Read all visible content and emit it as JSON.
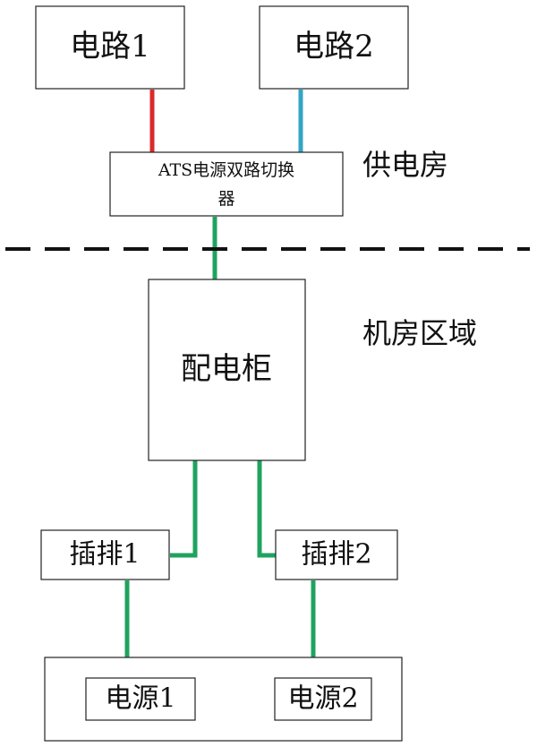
{
  "zones": {
    "supply_room": "供电房",
    "machine_room": "机房区域"
  },
  "nodes": {
    "circuit1": "电路1",
    "circuit2": "电路2",
    "ats_line1": "ATS电源双路切换",
    "ats_line2": "器",
    "cabinet": "配电柜",
    "strip1": "插排1",
    "strip2": "插排2",
    "power1": "电源1",
    "power2": "电源2"
  },
  "colors": {
    "circuit1_wire": "#d92b2b",
    "circuit2_wire": "#33a6c4",
    "distribution_wire": "#1fa35f"
  }
}
